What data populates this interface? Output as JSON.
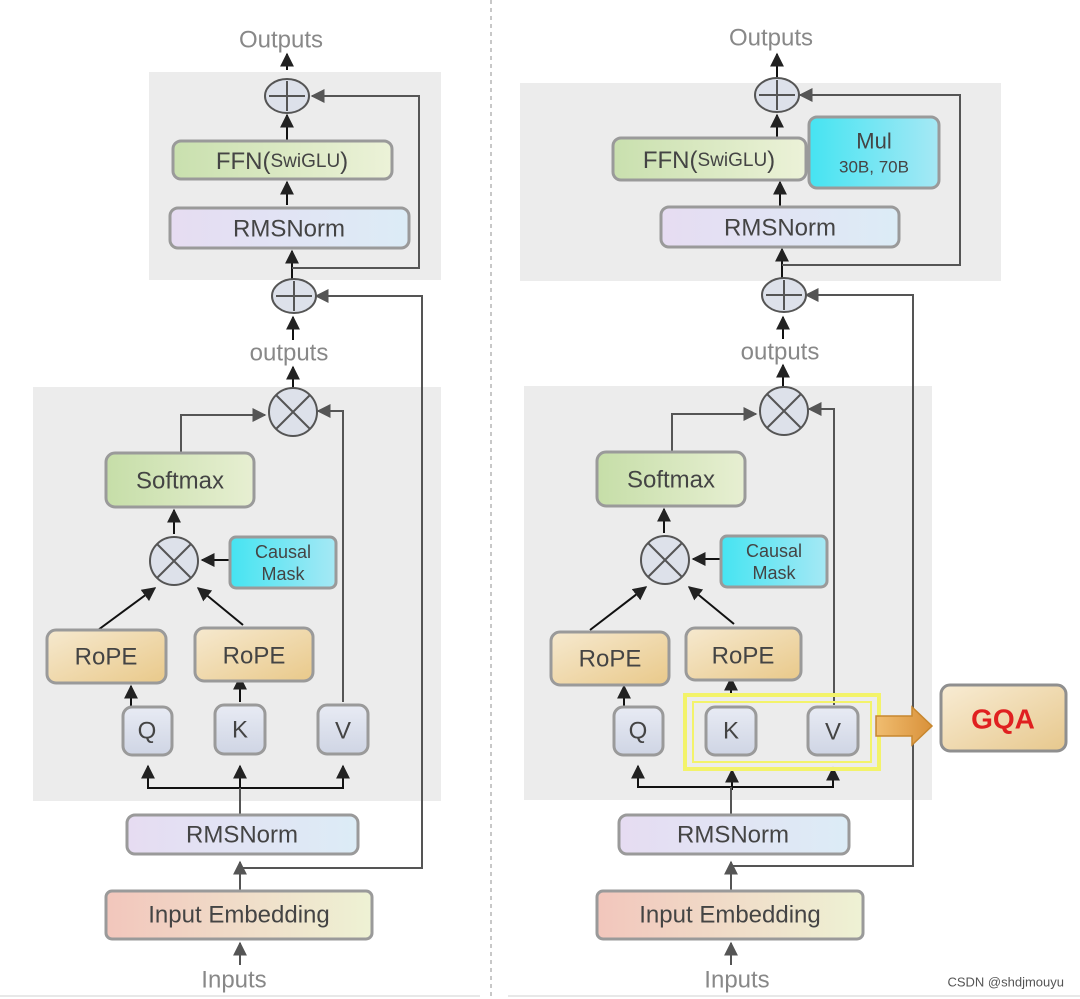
{
  "left": {
    "outputs_top": "Outputs",
    "ffn": {
      "main": "FFN(",
      "sub": "SwiGLU",
      "close": ")"
    },
    "rmsnorm_top": "RMSNorm",
    "outputs_mid": "outputs",
    "softmax": "Softmax",
    "causal_mask": [
      "Causal",
      "Mask"
    ],
    "rope_q": "RoPE",
    "rope_k": "RoPE",
    "q": "Q",
    "k": "K",
    "v": "V",
    "rmsnorm_bottom": "RMSNorm",
    "input_embedding": "Input Embedding",
    "inputs": "Inputs"
  },
  "right": {
    "outputs_top": "Outputs",
    "ffn": {
      "main": "FFN(",
      "sub": "SwiGLU",
      "close": ")"
    },
    "mul": [
      "Mul",
      "30B, 70B"
    ],
    "rmsnorm_top": "RMSNorm",
    "outputs_mid": "outputs",
    "softmax": "Softmax",
    "causal_mask": [
      "Causal",
      "Mask"
    ],
    "rope_q": "RoPE",
    "rope_k": "RoPE",
    "q": "Q",
    "k": "K",
    "v": "V",
    "gqa": "GQA",
    "rmsnorm_bottom": "RMSNorm",
    "input_embedding": "Input Embedding",
    "inputs": "Inputs"
  },
  "watermark": "CSDN @shdjmouyu",
  "colors": {
    "panel": "#ececec",
    "ffn": "#d9e8c2",
    "rmsnorm": "#e2e2f4",
    "softmax": "#d6e6bf",
    "rope": "#f1ddb3",
    "qkv": "#dfe3ee",
    "causal": "#5fe6f2",
    "input_embedding": "#f3cfc2",
    "highlight": "#f3f36a",
    "gqa_text": "#e02020",
    "arrow_orange": "#e3a551"
  }
}
